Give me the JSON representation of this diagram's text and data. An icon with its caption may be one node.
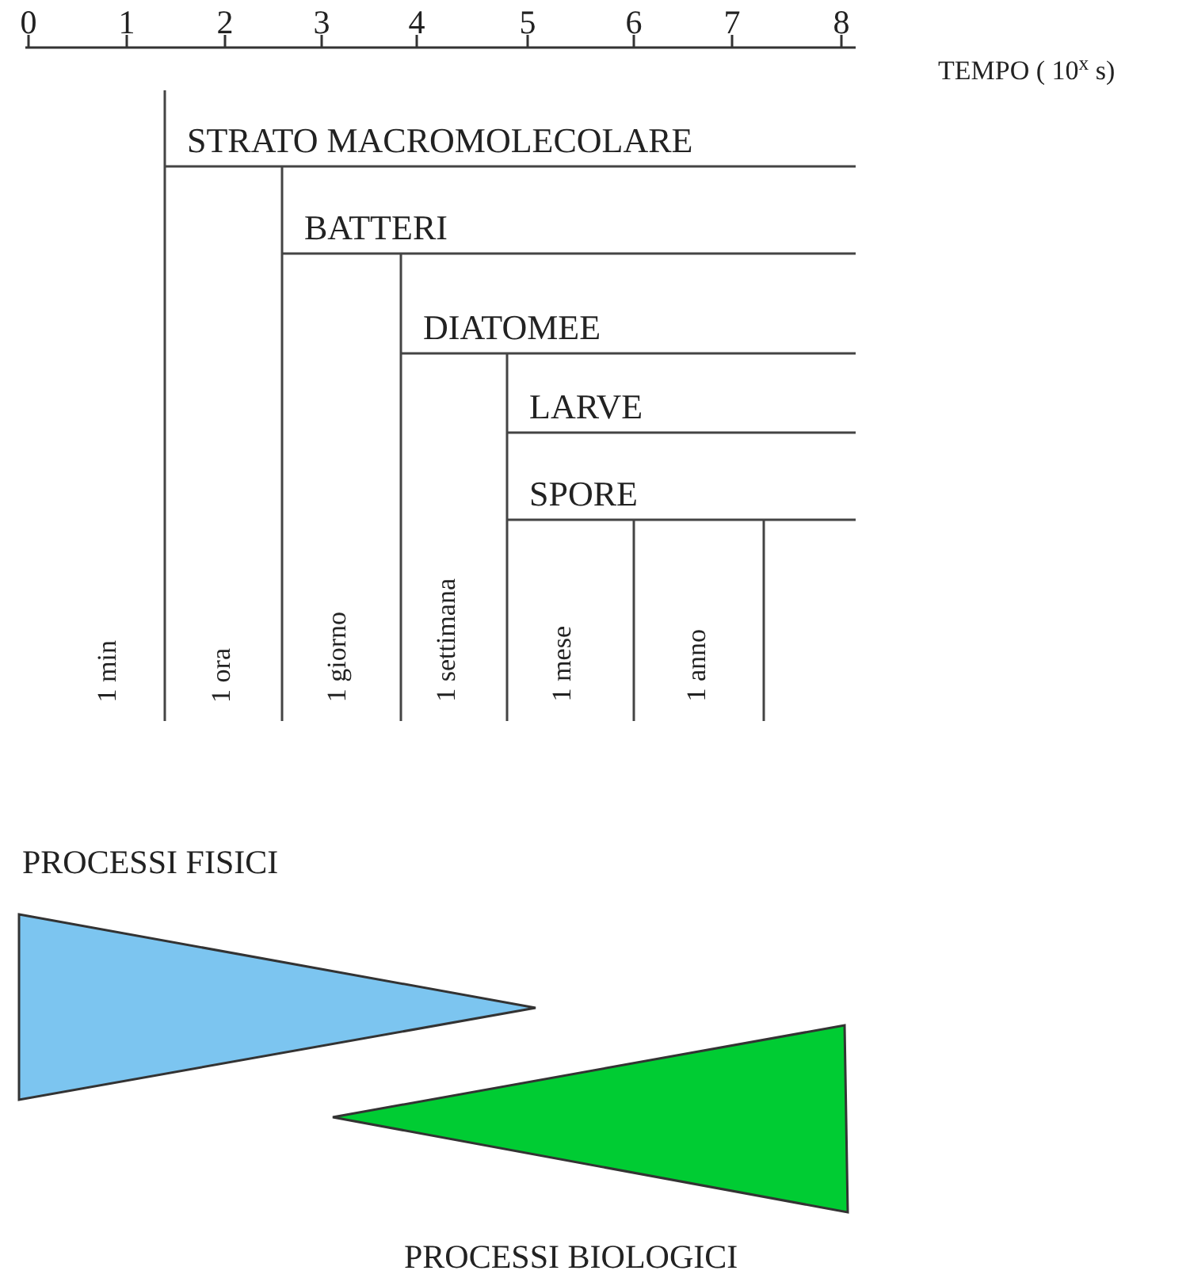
{
  "diagram": {
    "nodes": [
      {
        "text": [
          "PROCESSI FISICI"
        ]
      },
      {
        "text": [
          "PROCESSI BIOLOGICI"
        ]
      }
    ],
    "edges": [],
    "labels": [
      "0",
      "1",
      "2",
      "3",
      "4",
      "5",
      "6",
      "7",
      "8",
      "TEMPO ( 10$^{x}$ s)",
      "STRATO MACROMOLECOLARE",
      "BATTERI",
      "DIATOMEE",
      "LARVE",
      "SPORE",
      "1 min",
      "1 ora",
      "1 giorno",
      "1 settimana",
      "1 mese",
      "1 anno"
    ]
  }
}
